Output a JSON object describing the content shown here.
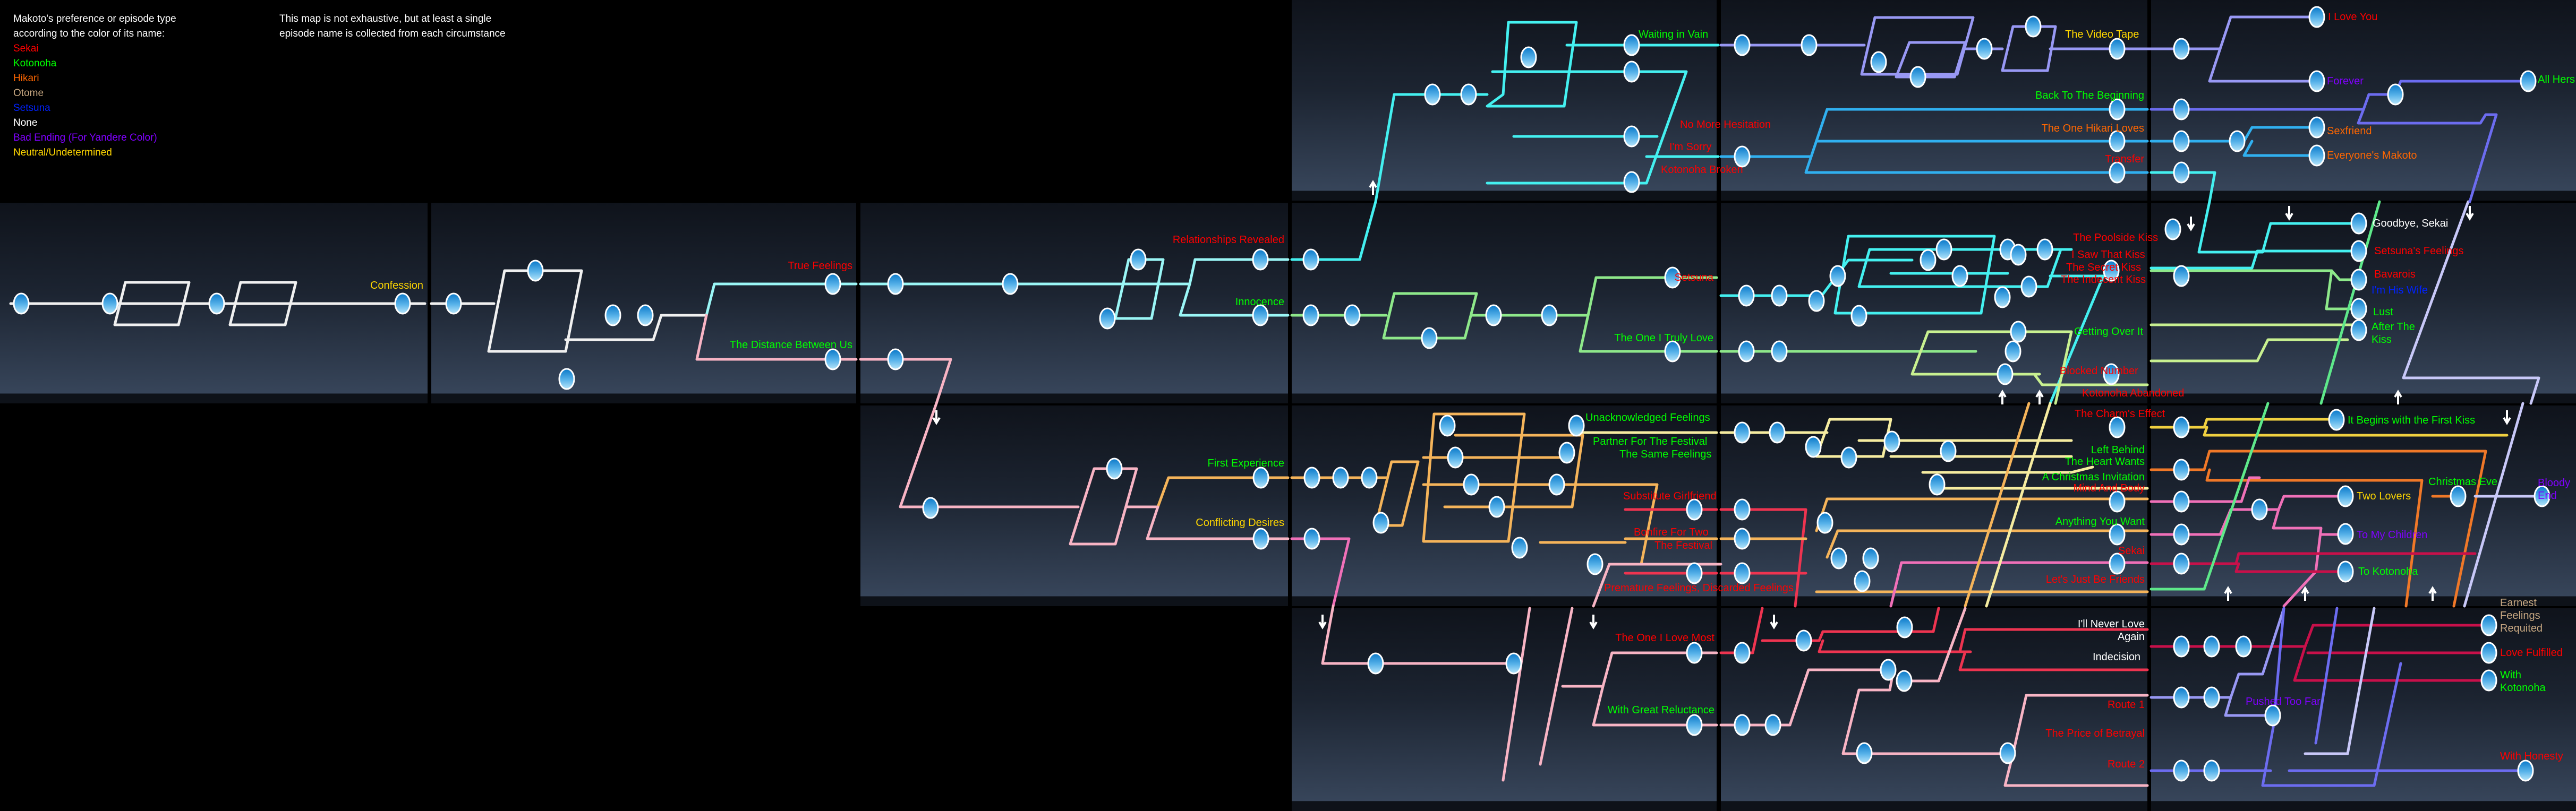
{
  "legend": {
    "title_line1": "Makoto's preference or episode type",
    "title_line2": "according to the color of its name:",
    "items": [
      {
        "label": "Sekai",
        "color": "#ff0000"
      },
      {
        "label": "Kotonoha",
        "color": "#00ff00"
      },
      {
        "label": "Hikari",
        "color": "#ff6600"
      },
      {
        "label": "Otome",
        "color": "#c8a882"
      },
      {
        "label": "Setsuna",
        "color": "#0022ff"
      },
      {
        "label": "None",
        "color": "#ffffff"
      },
      {
        "label": "Bad Ending (For Yandere Color)",
        "color": "#8000ff"
      },
      {
        "label": "Neutral/Undetermined",
        "color": "#ffd700"
      }
    ]
  },
  "notice": {
    "line1": "This map is not exhaustive, but at least a single",
    "line2": "episode name is collected from each circumstance"
  },
  "episodes": [
    {
      "name": "Confession",
      "color": "#ffd700"
    },
    {
      "name": "True Feelings",
      "color": "#ff0000"
    },
    {
      "name": "The Distance Between Us",
      "color": "#00ff00"
    },
    {
      "name": "Relationships Revealed",
      "color": "#ff0000"
    },
    {
      "name": "Innocence",
      "color": "#00ff00"
    },
    {
      "name": "Setsuna",
      "color": "#ff0000"
    },
    {
      "name": "The One I Truly Love",
      "color": "#00ff00"
    },
    {
      "name": "The Poolside Kiss",
      "color": "#ff0000"
    },
    {
      "name": "I Saw That Kiss",
      "color": "#ff0000"
    },
    {
      "name": "The Secret Kiss",
      "color": "#ff0000"
    },
    {
      "name": "The Indecent Kiss",
      "color": "#ff0000"
    },
    {
      "name": "Getting Over It",
      "color": "#00ff00"
    },
    {
      "name": "Blocked Number",
      "color": "#ff0000"
    },
    {
      "name": "Kotonoha Abandoned",
      "color": "#ff0000"
    },
    {
      "name": "Goodbye, Sekai",
      "color": "#ffffff"
    },
    {
      "name": "Setsuna's Feelings",
      "color": "#ff0000"
    },
    {
      "name": "Bavarois",
      "color": "#ff0000"
    },
    {
      "name": "I'm His Wife",
      "color": "#0022ff"
    },
    {
      "name": "Lust",
      "color": "#00ff00"
    },
    {
      "name": "After The Kiss",
      "color": "#00ff00"
    },
    {
      "name": "Waiting in Vain",
      "color": "#00ff00"
    },
    {
      "name": "No More Hesitation",
      "color": "#ff0000"
    },
    {
      "name": "I'm Sorry",
      "color": "#ff0000"
    },
    {
      "name": "Kotonoha Broken",
      "color": "#ff0000"
    },
    {
      "name": "The Video Tape",
      "color": "#ffd700"
    },
    {
      "name": "Back To The Beginning",
      "color": "#00ff00"
    },
    {
      "name": "The One Hikari Loves",
      "color": "#ff6600"
    },
    {
      "name": "Transfer",
      "color": "#ff0000"
    },
    {
      "name": "I Love You",
      "color": "#ff0000"
    },
    {
      "name": "Forever",
      "color": "#8000ff"
    },
    {
      "name": "Sexfriend",
      "color": "#ff6600"
    },
    {
      "name": "Everyone's Makoto",
      "color": "#ff6600"
    },
    {
      "name": "All Hers",
      "color": "#00ff00"
    },
    {
      "name": "First Experience",
      "color": "#00ff00"
    },
    {
      "name": "Conflicting Desires",
      "color": "#ffd700"
    },
    {
      "name": "Unacknowledged Feelings",
      "color": "#00ff00"
    },
    {
      "name": "Partner For The Festival",
      "color": "#00ff00"
    },
    {
      "name": "The Same Feelings",
      "color": "#00ff00"
    },
    {
      "name": "Substitute Girlfriend",
      "color": "#ff0000"
    },
    {
      "name": "Bonfire For Two",
      "color": "#ff0000"
    },
    {
      "name": "The Festival",
      "color": "#ff0000"
    },
    {
      "name": "Premature Feelings, Discarded Feelings",
      "color": "#ff0000"
    },
    {
      "name": "The Charm's Effect",
      "color": "#ff0000"
    },
    {
      "name": "Left Behind",
      "color": "#00ff00"
    },
    {
      "name": "The Heart Wants",
      "color": "#00ff00"
    },
    {
      "name": "A Christmas Invitation",
      "color": "#00ff00"
    },
    {
      "name": "Mind And Body",
      "color": "#ff0000"
    },
    {
      "name": "Anything You Want",
      "color": "#00ff00"
    },
    {
      "name": "Sekai",
      "color": "#ff0000"
    },
    {
      "name": "Let's Just Be Friends",
      "color": "#ff0000"
    },
    {
      "name": "It Begins with the First Kiss",
      "color": "#00ff00"
    },
    {
      "name": "Two Lovers",
      "color": "#ffd700"
    },
    {
      "name": "Christmas Eve",
      "color": "#00ff00"
    },
    {
      "name": "To My Children",
      "color": "#8000ff"
    },
    {
      "name": "To Kotonoha",
      "color": "#00ff00"
    },
    {
      "name": "Bloody End",
      "color": "#8000ff"
    },
    {
      "name": "The One I Love Most",
      "color": "#ff0000"
    },
    {
      "name": "With Great Reluctance",
      "color": "#00ff00"
    },
    {
      "name": "I'll Never Love Again",
      "color": "#ffffff"
    },
    {
      "name": "Indecision",
      "color": "#ffffff"
    },
    {
      "name": "Route 1",
      "color": "#ff0000"
    },
    {
      "name": "The Price of Betrayal",
      "color": "#ff0000"
    },
    {
      "name": "Route 2",
      "color": "#ff0000"
    },
    {
      "name": "Pushed Too Far",
      "color": "#8000ff"
    },
    {
      "name": "Earnest Feelings Requited",
      "color": "#c8a882"
    },
    {
      "name": "Love Fulfilled",
      "color": "#ff0000"
    },
    {
      "name": "With Kotonoha",
      "color": "#00ff00"
    },
    {
      "name": "With Honesty",
      "color": "#ff0000"
    }
  ]
}
